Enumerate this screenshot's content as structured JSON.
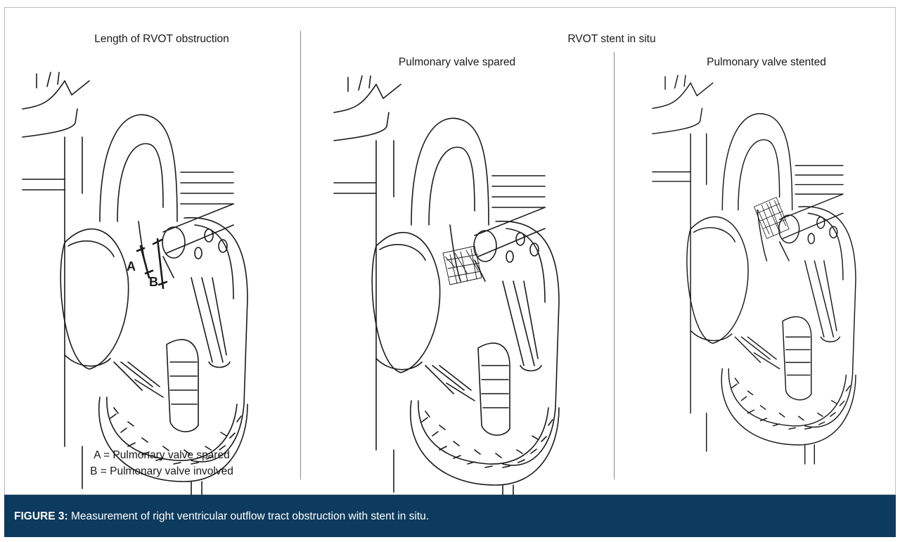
{
  "figure": {
    "panel_left_title": "Length of RVOT obstruction",
    "group_title": "RVOT stent in situ",
    "panel_middle_title": "Pulmonary valve spared",
    "panel_right_title": "Pulmonary valve stented",
    "marker_a": "A",
    "marker_b": "B",
    "legend": {
      "line_a": "A = Pulmonary valve spared",
      "line_b": "B = Pulmonary valve involved"
    }
  },
  "caption": {
    "label": "FIGURE 3:",
    "text": "Measurement of right ventricular outflow tract obstruction with stent in situ."
  }
}
